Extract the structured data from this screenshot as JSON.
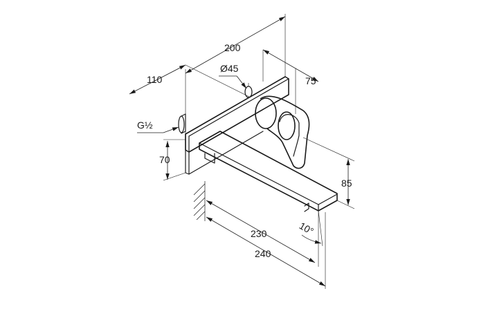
{
  "dimensions": {
    "depth_total": "200",
    "wall_depth": "110",
    "handle_diameter": "Ø45",
    "handle_offset": "75",
    "thread": "G½",
    "plate_height": "70",
    "spout_height": "85",
    "spout_reach": "230",
    "overall_reach": "240",
    "spout_angle": "10°"
  }
}
